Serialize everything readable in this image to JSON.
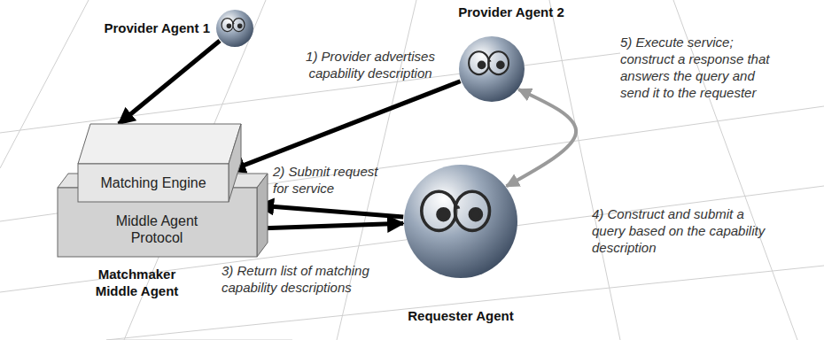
{
  "diagram": {
    "nodes": [
      {
        "text": [
          "Middle Agent Protocol",
          "Matchmaker Middle Agent"
        ]
      },
      {
        "text": [
          "Matching Engine"
        ],
        "in": 0
      },
      {
        "text": [
          "Provider Agent 1"
        ]
      },
      {
        "text": [
          "Provider Agent 2"
        ]
      },
      {
        "text": [
          "Requester Agent"
        ]
      }
    ],
    "edges": [
      {
        "from": 2,
        "to": 1,
        "arrow": "to"
      },
      {
        "from": 3,
        "to": 1,
        "arrow": "to",
        "label": "1) Provider advertises capability description"
      },
      {
        "from": 4,
        "to": 0,
        "arrow": "to",
        "label": "2) Submit request for service"
      },
      {
        "from": 0,
        "to": 4,
        "arrow": "to",
        "label": "3) Return list of matching capability descriptions"
      },
      {
        "from": 4,
        "to": 3,
        "arrow": "both"
      }
    ],
    "labels": [
      "4) Construct and submit a query based on the capability description",
      "5) Execute service; construct a response that answers the query and send it to the requester"
    ]
  }
}
